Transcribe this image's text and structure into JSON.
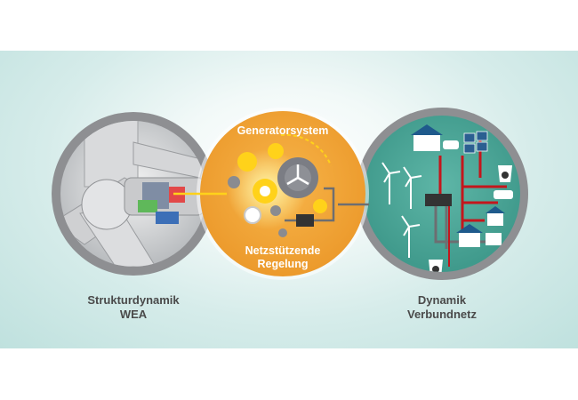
{
  "top_circle_title": "Generatorsystem",
  "middle_circle_caption_line1": "Netzstützende",
  "middle_circle_caption_line2": "Regelung",
  "left_caption_line1": "Strukturdynamik",
  "left_caption_line2": "WEA",
  "right_caption_line1": "Dynamik",
  "right_caption_line2": "Verbundnetz",
  "colors": {
    "orange_circle": "#f1a43a",
    "gear_yellow": "#ffd21a",
    "gear_gray": "#7b7d84",
    "grid_teal": "#4fa99a",
    "wire_red": "#c4161c",
    "wire_gray": "#6d6e71"
  }
}
